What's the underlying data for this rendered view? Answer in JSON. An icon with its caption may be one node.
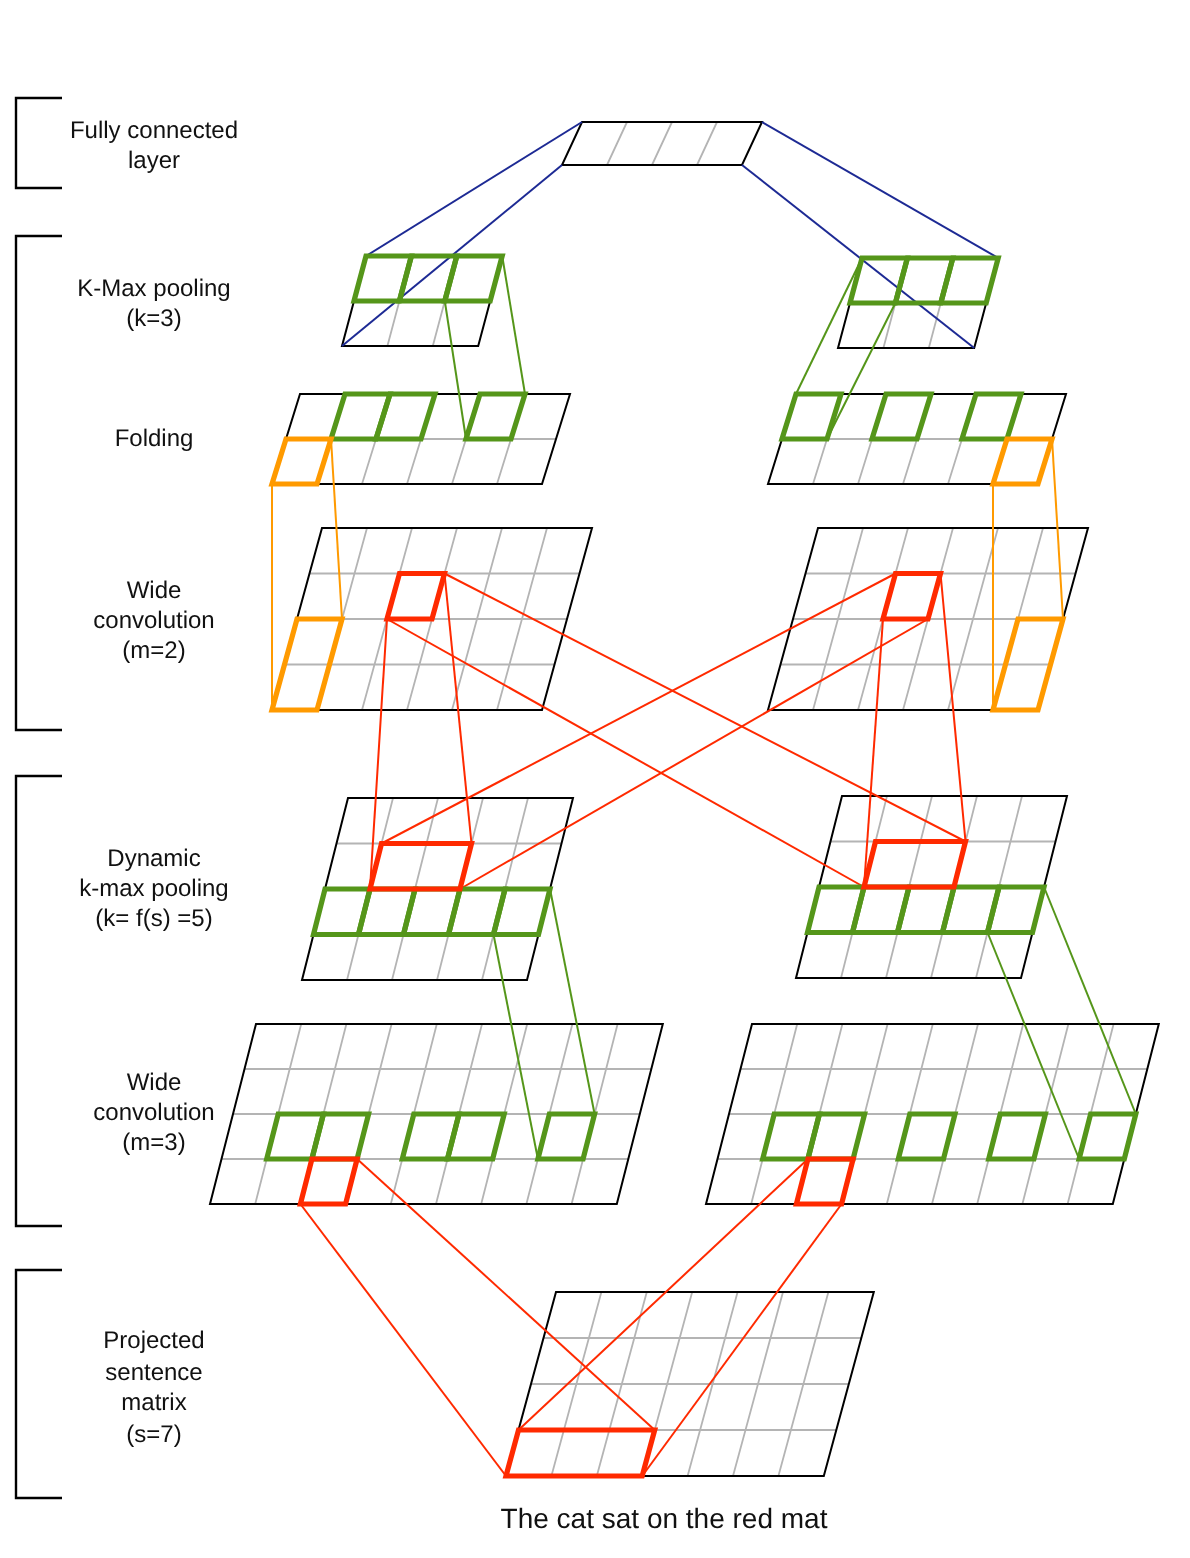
{
  "diagram": {
    "labels": [
      "Fully connected layer",
      "K-Max pooling (k=3)",
      "Folding",
      "Wide convolution (m=2)",
      "Dynamic k-max pooling (k= f(s) =5)",
      "Wide convolution (m=3)",
      "Projected sentence matrix (s=7)",
      "The cat sat on the red mat"
    ]
  }
}
